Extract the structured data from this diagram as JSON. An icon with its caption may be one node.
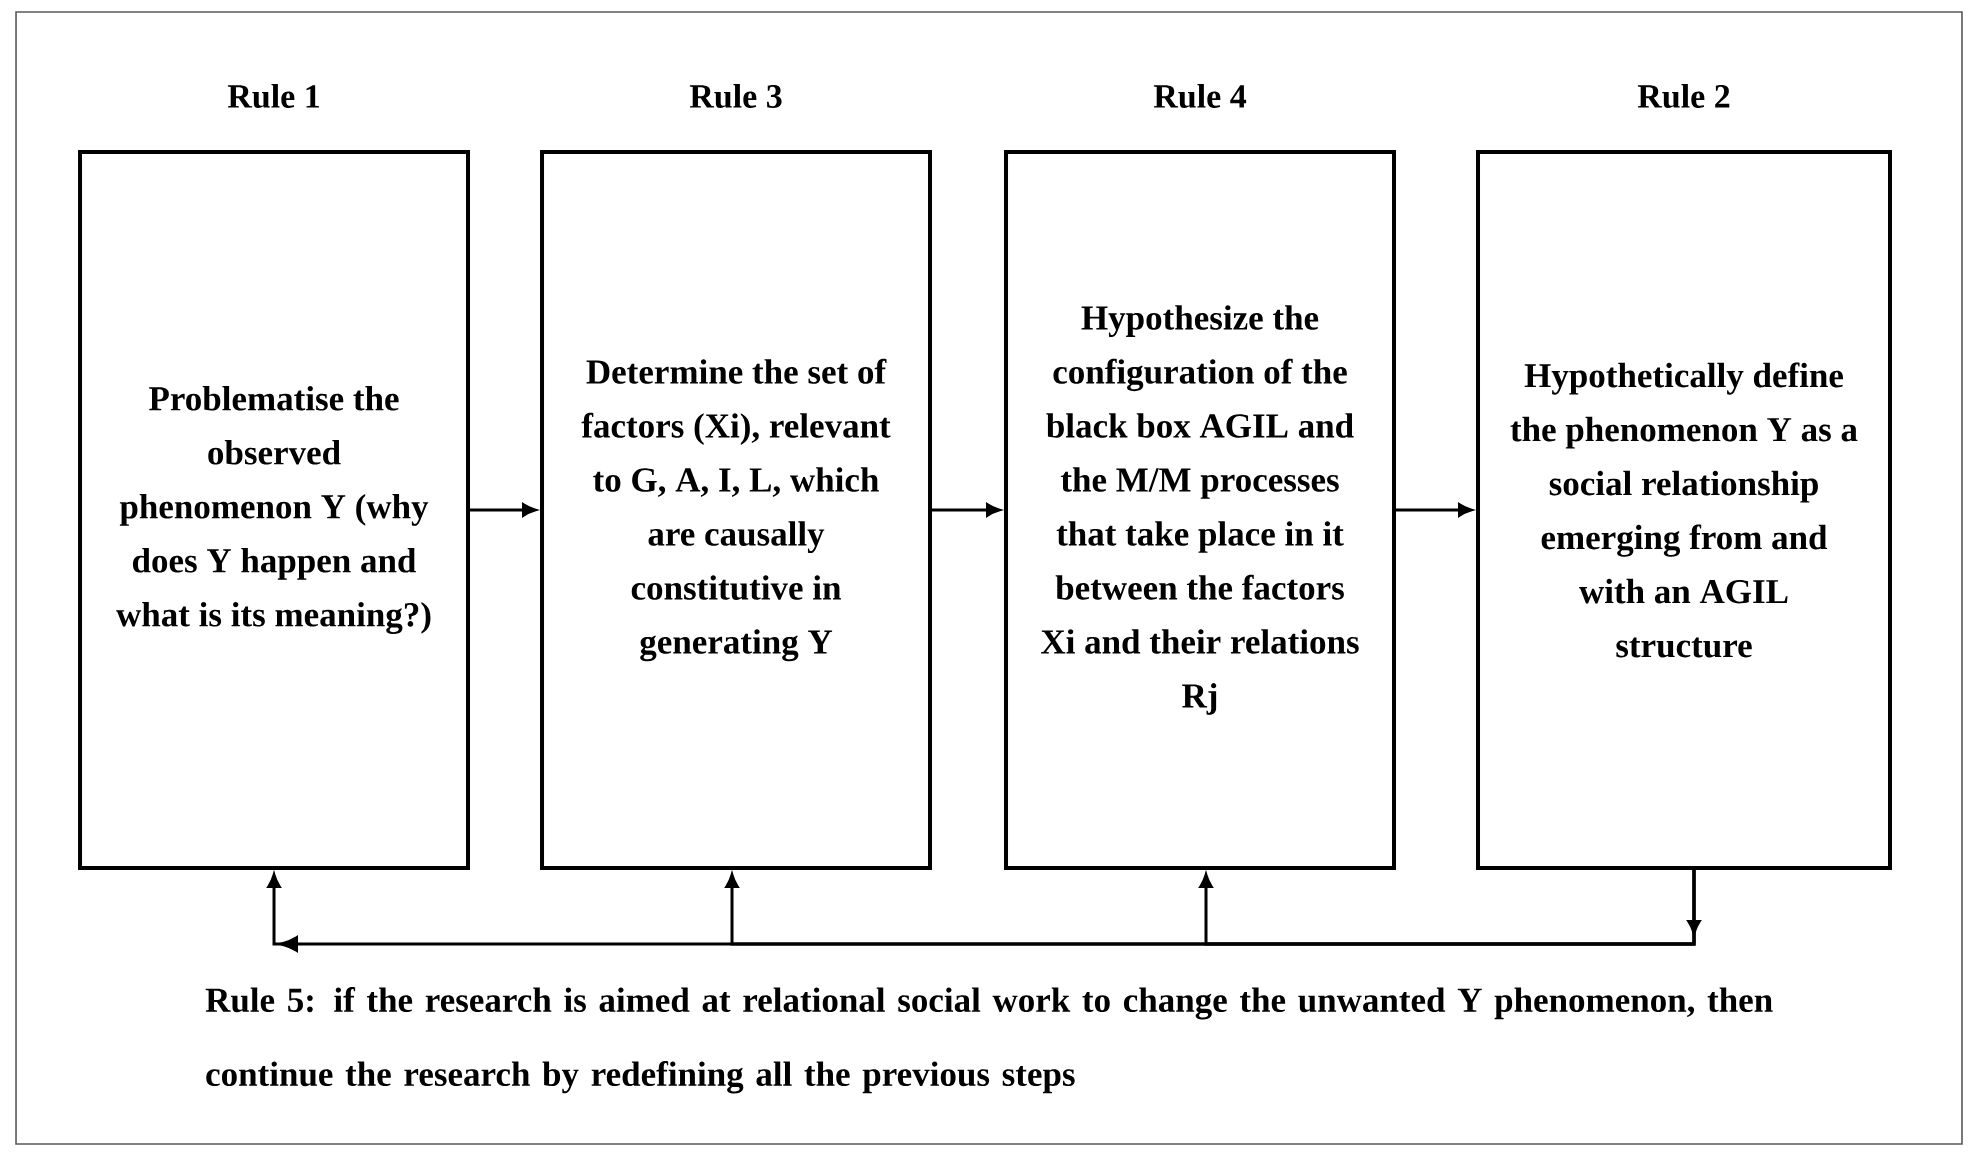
{
  "diagram": {
    "nodes": [
      {
        "text": [
          "Rule 1",
          "Problematise the observed phenomenon Y (why does Y happen and what is its meaning?)"
        ]
      },
      {
        "text": [
          "Rule 3",
          "Determine the set of factors (Xi), relevant to G, A, I, L, which are causally constitutive in generating Y"
        ]
      },
      {
        "text": [
          "Rule 4",
          "Hypothesize the configuration of the black box AGIL and the M/M processes that take place in it between the factors Xi and their relations Rj"
        ]
      },
      {
        "text": [
          "Rule 2",
          "Hypothetically define the phenomenon Y as a social relationship emerging from and with an AGIL structure"
        ]
      }
    ],
    "edges": [
      {
        "from": 0,
        "to": 1,
        "arrow": "to"
      },
      {
        "from": 1,
        "to": 2,
        "arrow": "to"
      },
      {
        "from": 2,
        "to": 3,
        "arrow": "to"
      },
      {
        "from": 3,
        "to": 0,
        "arrow": "to"
      },
      {
        "from": 3,
        "to": 1,
        "arrow": "to"
      },
      {
        "from": 3,
        "to": 2,
        "arrow": "to"
      }
    ],
    "labels": [
      "Rule 5: if the research is aimed at relational social work to change the unwanted Y phenomenon, then continue the research by redefining all the previous steps"
    ]
  }
}
